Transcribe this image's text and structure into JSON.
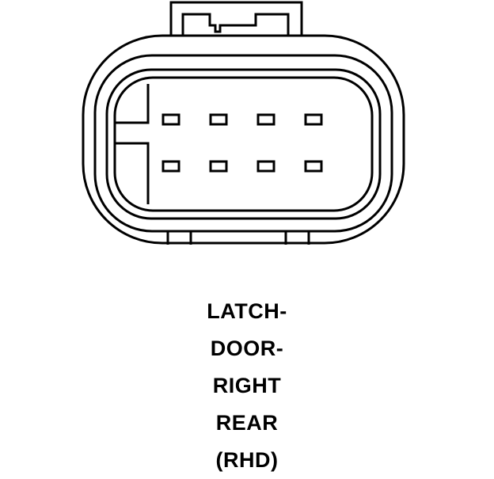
{
  "diagram": {
    "type": "connector-face-view",
    "pin_rows": 2,
    "pins_per_row": 4,
    "stroke_color": "#000000",
    "fill_color": "#ffffff"
  },
  "caption": {
    "lines": [
      "LATCH-",
      "DOOR-",
      "RIGHT",
      "REAR",
      "(RHD)"
    ]
  }
}
